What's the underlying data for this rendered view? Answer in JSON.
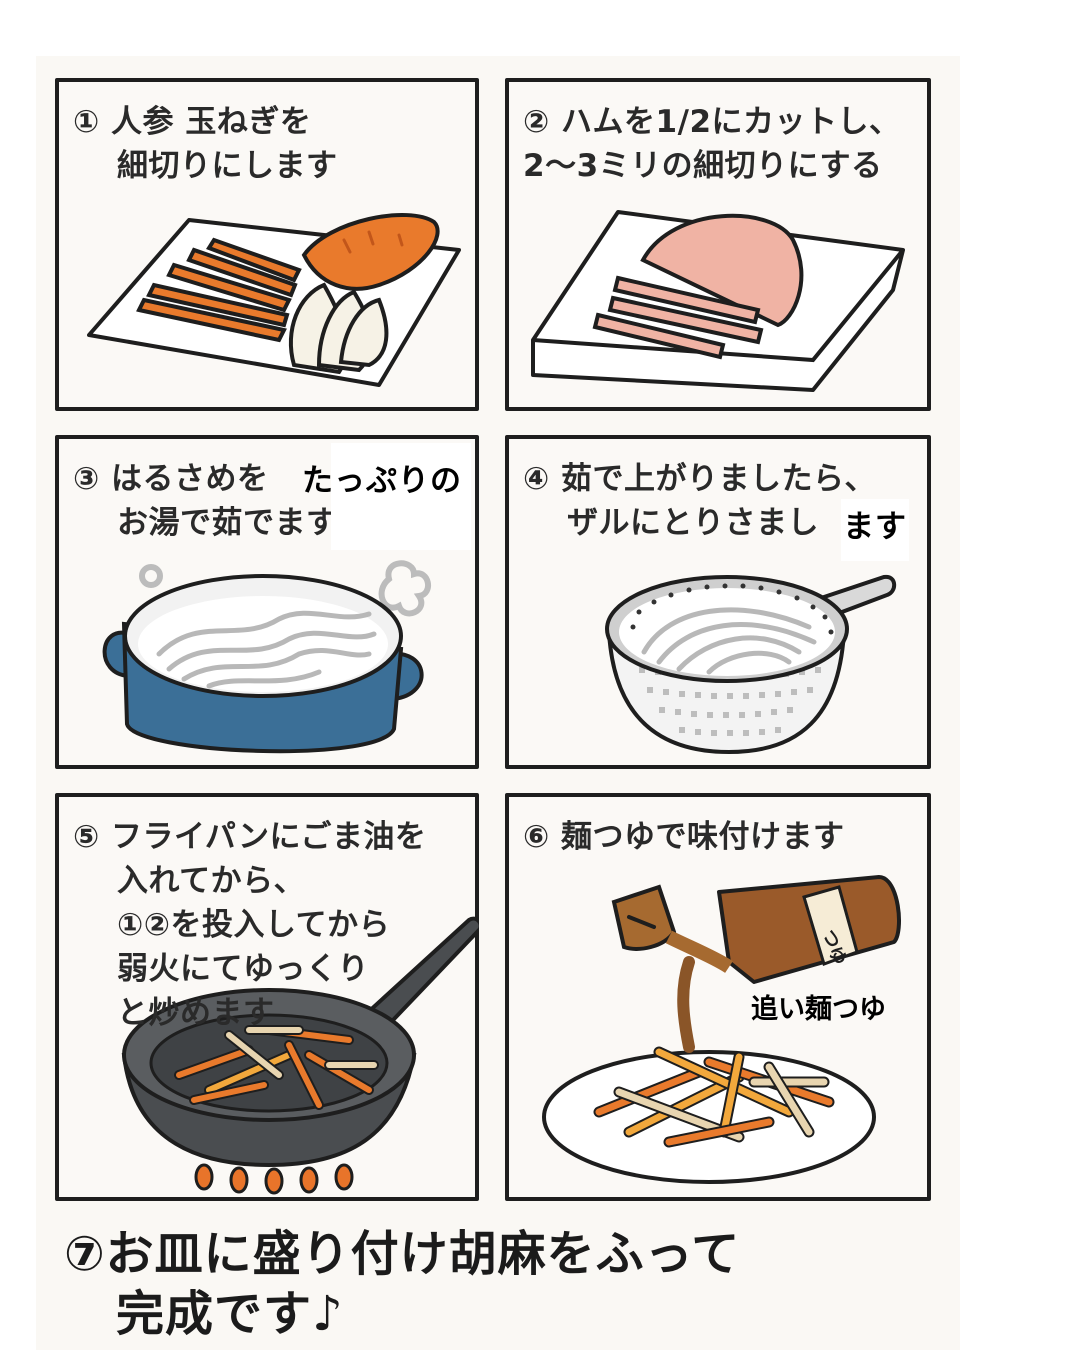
{
  "colors": {
    "paper": "#faf8f4",
    "border": "#1e1e1e",
    "carrot": "#e97a2c",
    "onion": "#f6f2e6",
    "ham": "#f0b3a4",
    "pot_blue": "#3b6f97",
    "pan_gray": "#4a4d50",
    "bottle_brown": "#9a5a2a",
    "flame": "#e8742a"
  },
  "steps": [
    {
      "number": "①",
      "lines": [
        "人参 玉ねぎを",
        "細切りにします"
      ],
      "illustration": "carrot-onion-cutting-board"
    },
    {
      "number": "②",
      "lines": [
        "ハムを1/2にカットし、",
        "2～3ミリの細切りにする"
      ],
      "illustration": "ham-cutting-board"
    },
    {
      "number": "③",
      "lines": [
        "はるさめを",
        "お湯で茹でます"
      ],
      "overlay": "たっぷりの",
      "illustration": "blue-pot-noodles"
    },
    {
      "number": "④",
      "lines": [
        "茹で上がりましたら、",
        "ザルにとりさまし"
      ],
      "overlay": "ます",
      "illustration": "colander-noodles"
    },
    {
      "number": "⑤",
      "lines": [
        "フライパンにごま油を",
        "入れてから、",
        "①②を投入してから",
        "弱火にてゆっくり",
        "と炒めます"
      ],
      "illustration": "frying-pan-stirfry"
    },
    {
      "number": "⑥",
      "lines": [
        "麺つゆで味付けます"
      ],
      "overlay": "追い麺つゆ",
      "bottle_label": "つゆ",
      "illustration": "tsuyu-bottle-plate"
    }
  ],
  "final_step": {
    "number": "⑦",
    "lines": [
      "お皿に盛り付け胡麻をふって",
      "完成です♪"
    ]
  }
}
